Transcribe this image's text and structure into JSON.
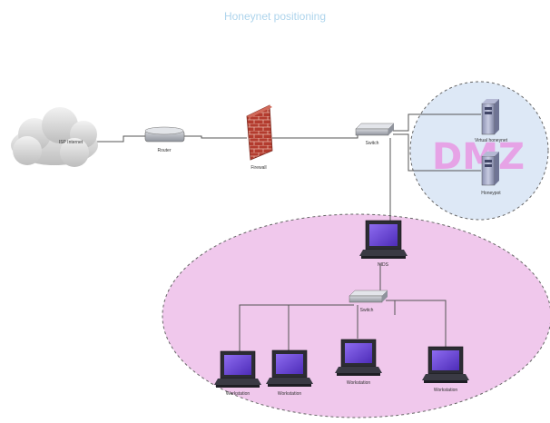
{
  "title": "Honeynet positioning",
  "colors": {
    "title": "#aed4ec",
    "dmz_zone_fill": "#dde8f6",
    "dmz_text": "#e6a3e6",
    "internal_zone_fill": "#f0c8ec",
    "zone_border": "#666666",
    "link": "#555555",
    "screen": "#6a3fd6"
  },
  "nodes": {
    "internet": {
      "label": "ISP Internet",
      "icon": "cloud-icon"
    },
    "router": {
      "label": "Router",
      "icon": "router-icon"
    },
    "firewall": {
      "label": "Firewall",
      "icon": "brick-wall-icon"
    },
    "switch_top": {
      "label": "Switch",
      "icon": "switch-icon"
    },
    "virtual_honeynet": {
      "label": "Virtual honeynet",
      "icon": "server-tower-icon"
    },
    "honeypot": {
      "label": "Honeypot",
      "icon": "server-tower-icon"
    },
    "ids": {
      "label": "NIDS",
      "icon": "monitor-icon"
    },
    "switch_bottom": {
      "label": "Switch",
      "icon": "switch-icon"
    },
    "workstations": [
      {
        "label": "Workstation",
        "icon": "monitor-icon"
      },
      {
        "label": "Workstation",
        "icon": "monitor-icon"
      },
      {
        "label": "Workstation",
        "icon": "monitor-icon"
      },
      {
        "label": "Workstation",
        "icon": "monitor-icon"
      }
    ]
  },
  "zones": {
    "dmz": {
      "label": "DMZ"
    }
  }
}
